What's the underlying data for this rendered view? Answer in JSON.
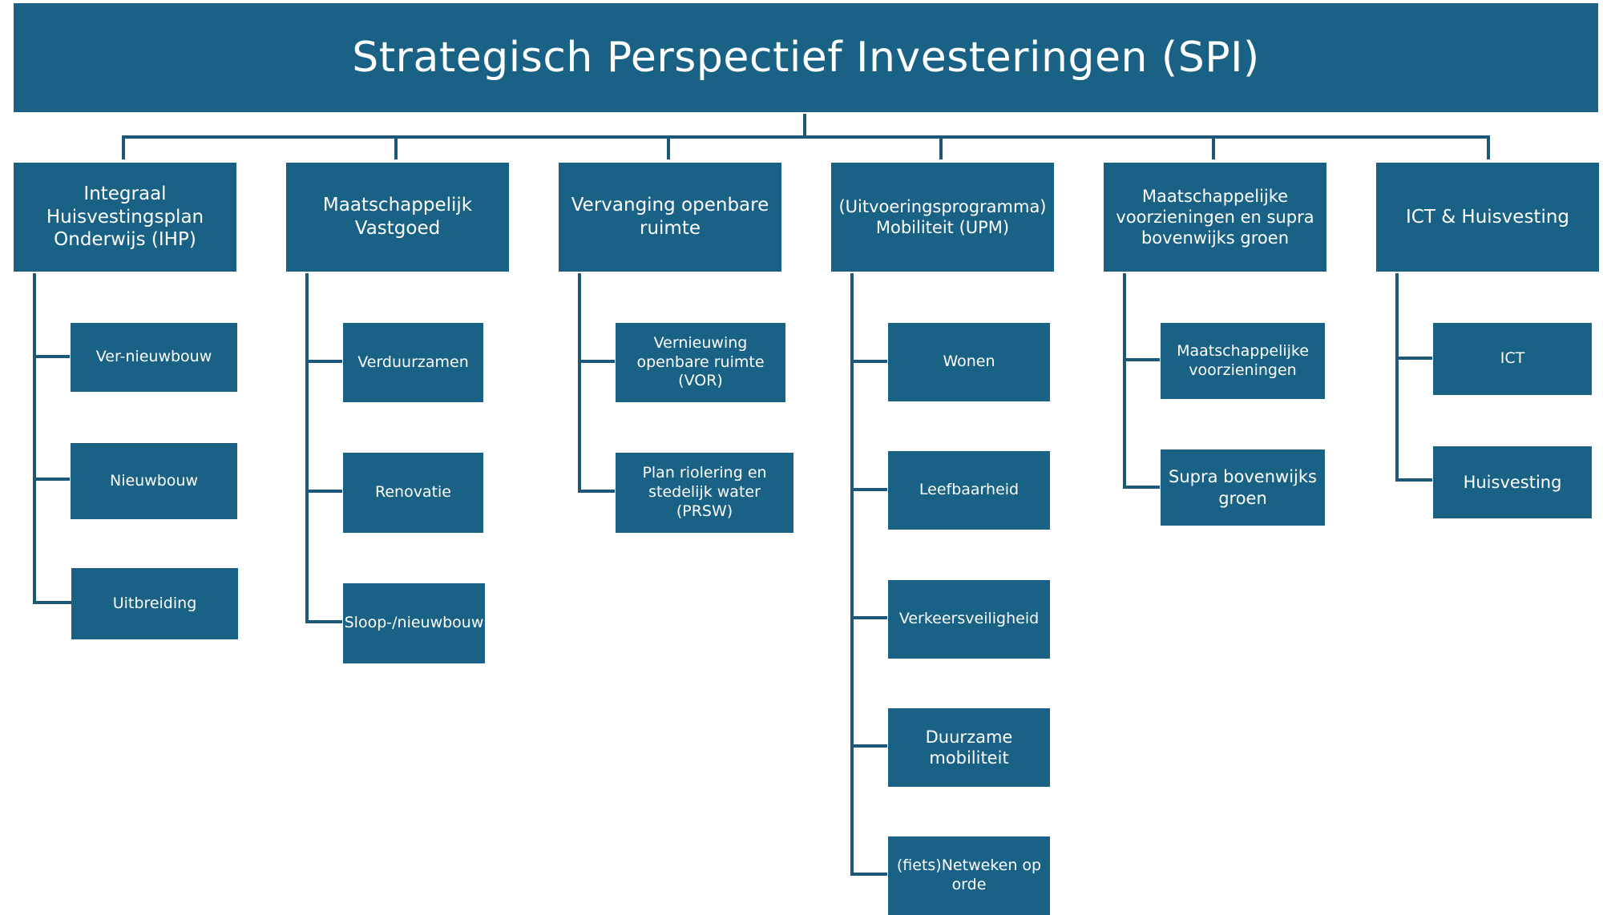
{
  "title": "Strategisch Perspectief Investeringen (SPI)",
  "colors": {
    "box": "#196285",
    "line": "#1d5878",
    "text": "#ffffff"
  },
  "columns": [
    {
      "heading": "Integraal Huisvestingsplan Onderwijs (IHP)",
      "items": [
        "Ver-nieuwbouw",
        "Nieuwbouw",
        "Uitbreiding"
      ]
    },
    {
      "heading": "Maatschappelijk Vastgoed",
      "items": [
        "Verduurzamen",
        "Renovatie",
        "Sloop-/nieuwbouw"
      ]
    },
    {
      "heading": "Vervanging openbare ruimte",
      "items": [
        "Vernieuwing openbare ruimte (VOR)",
        "Plan riolering en stedelijk water (PRSW)"
      ]
    },
    {
      "heading": "(Uitvoeringsprogramma) Mobiliteit (UPM)",
      "items": [
        "Wonen",
        "Leefbaarheid",
        "Verkeersveiligheid",
        "Duurzame mobiliteit",
        "(fiets)Netweken op orde"
      ]
    },
    {
      "heading": "Maatschappelijke voorzieningen en supra bovenwijks groen",
      "items": [
        "Maatschappelijke voorzieningen",
        "Supra bovenwijks groen"
      ]
    },
    {
      "heading": "ICT & Huisvesting",
      "items": [
        "ICT",
        "Huisvesting"
      ]
    }
  ]
}
